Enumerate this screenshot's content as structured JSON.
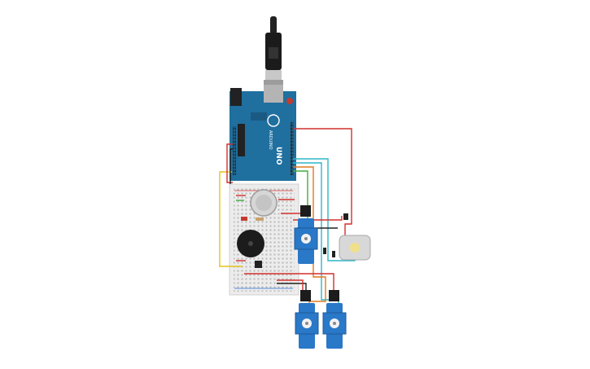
{
  "board": {
    "logo_text": "ARDUINO",
    "model_text": "UNO",
    "color": "#1f6f9f"
  },
  "wire_colors": {
    "red": "#d0312d",
    "black": "#222222",
    "yellow": "#e3c21b",
    "green": "#3fae3f",
    "orange": "#e07a1f",
    "cyan": "#2fb5c8",
    "blue": "#2a6fd6"
  },
  "components": [
    {
      "id": "arduino-uno",
      "kind": "microcontroller"
    },
    {
      "id": "usb-cable",
      "kind": "cable"
    },
    {
      "id": "breadboard",
      "kind": "breadboard"
    },
    {
      "id": "piezo-buzzer",
      "kind": "buzzer"
    },
    {
      "id": "gas-sensor",
      "kind": "sensor"
    },
    {
      "id": "dc-motor",
      "kind": "motor"
    },
    {
      "id": "servo-1",
      "kind": "servo"
    },
    {
      "id": "servo-2",
      "kind": "servo"
    },
    {
      "id": "servo-3",
      "kind": "servo"
    },
    {
      "id": "led",
      "kind": "led"
    },
    {
      "id": "resistor",
      "kind": "resistor"
    },
    {
      "id": "pushbutton",
      "kind": "button"
    }
  ]
}
